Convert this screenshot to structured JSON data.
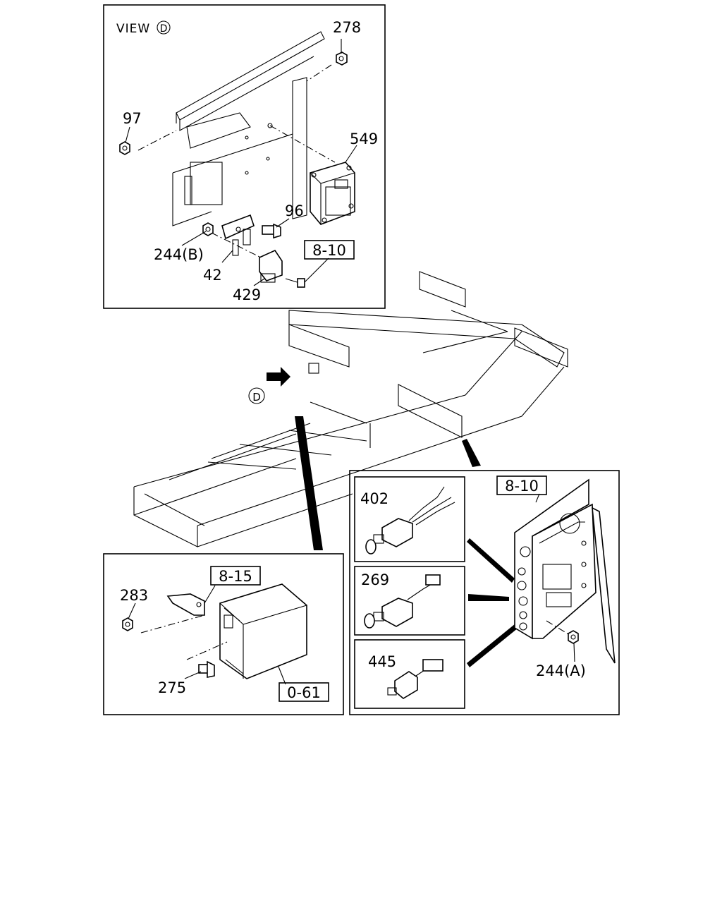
{
  "view_label": {
    "text": "VIEW",
    "circle": "D"
  },
  "d_marker": "D",
  "refs": {
    "view_top": "8-10",
    "panel_right": "8-10",
    "panel_left_top": "8-15",
    "panel_left_bottom": "0-61"
  },
  "parts": {
    "p278": "278",
    "p97": "97",
    "p549": "549",
    "p96": "96",
    "p244b": "244(B)",
    "p42": "42",
    "p429": "429",
    "p402": "402",
    "p269": "269",
    "p445": "445",
    "p244a": "244(A)",
    "p283": "283",
    "p275": "275"
  }
}
